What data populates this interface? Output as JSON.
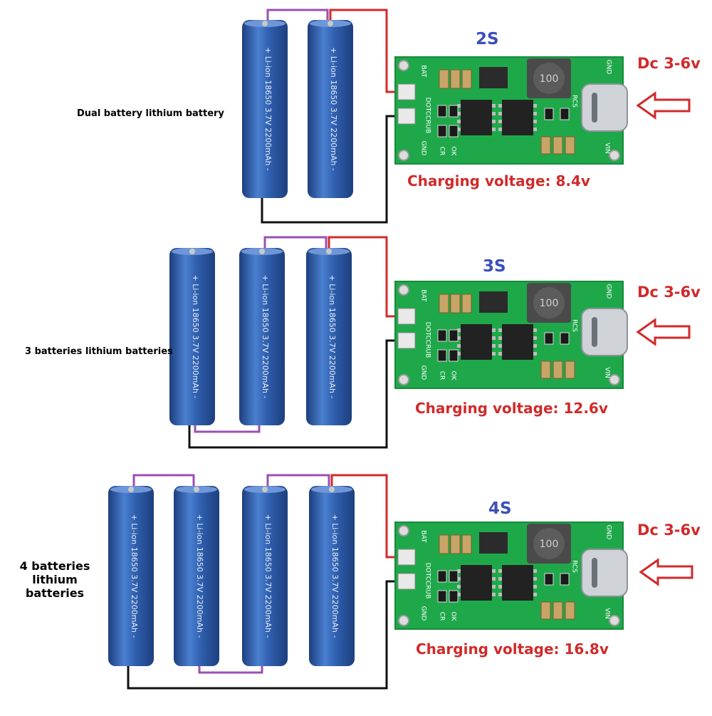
{
  "colors": {
    "battery": "#2f5fae",
    "battery_dark": "#1d3f7e",
    "pcb": "#1fa84a",
    "positive_wire": "#d42a2a",
    "series_wire": "#9a4fb3",
    "negative_wire": "#111111",
    "label_red": "#d12a2a",
    "label_blue": "#3b4fb8"
  },
  "battery_label": "+ Li-ion 18650 3.7V 2200mAh -",
  "inductor_label": "100",
  "board_silk": {
    "bat": "BAT",
    "gnd_left": "GND",
    "gnd_right": "GND",
    "brand": "DOTCCRUB",
    "cr": "CR",
    "ok": "OK",
    "rcs": "RCS",
    "vin": "VIN"
  },
  "panels": [
    {
      "series_tag": "2S",
      "battery_count": 2,
      "description": "Dual battery lithium battery",
      "input_voltage": "Dc 3-6v",
      "charging_voltage": "Charging voltage: 8.4v",
      "input_icon": "left-arrow-icon"
    },
    {
      "series_tag": "3S",
      "battery_count": 3,
      "description": "3 batteries lithium batteries",
      "input_voltage": "Dc 3-6v",
      "charging_voltage": "Charging voltage: 12.6v",
      "input_icon": "left-arrow-icon"
    },
    {
      "series_tag": "4S",
      "battery_count": 4,
      "description": "4 batteries lithium batteries",
      "input_voltage": "Dc 3-6v",
      "charging_voltage": "Charging voltage: 16.8v",
      "input_icon": "left-arrow-icon"
    }
  ]
}
